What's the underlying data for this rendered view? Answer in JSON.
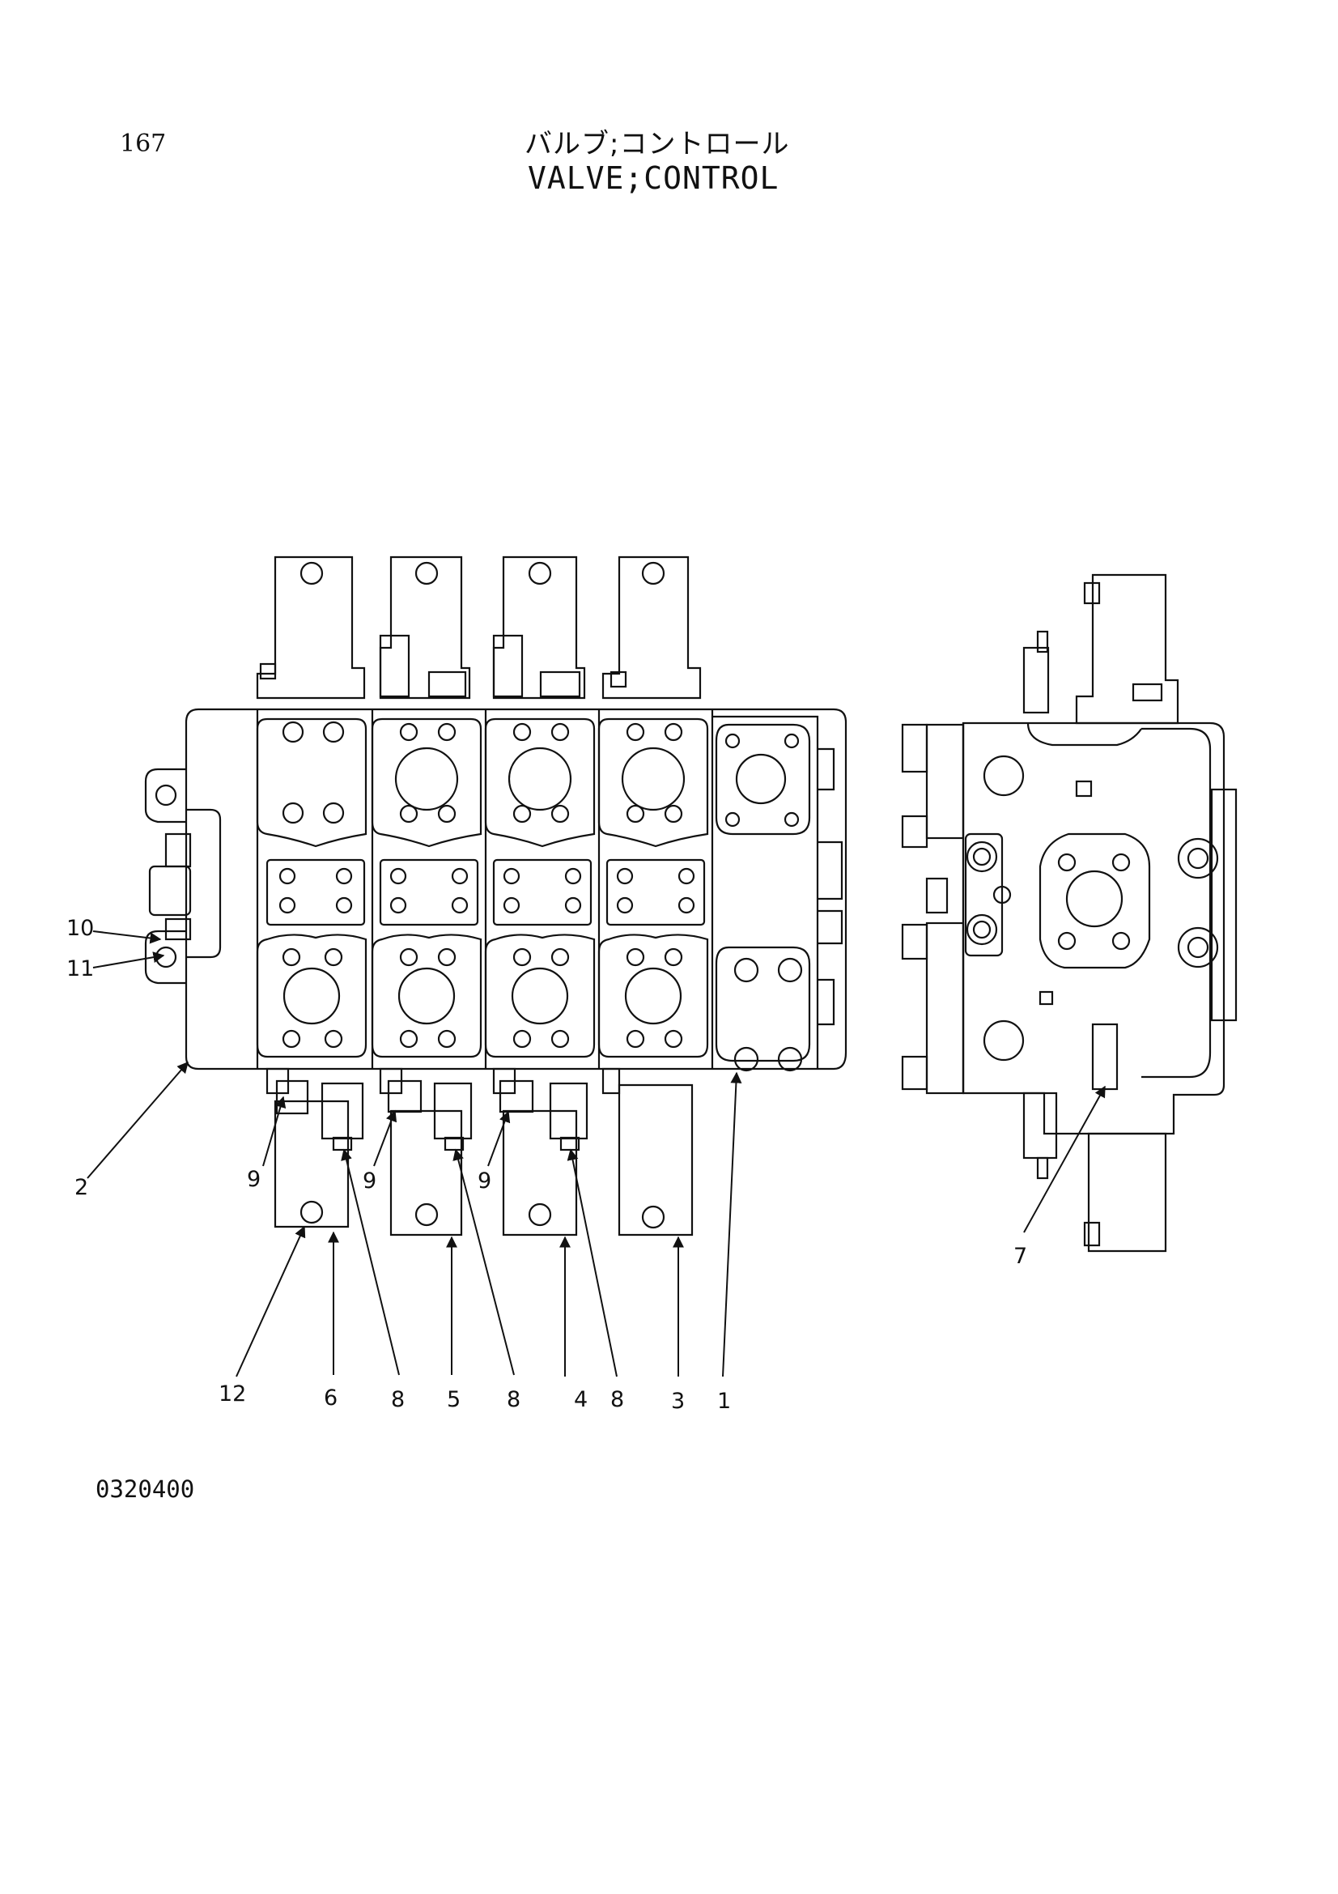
{
  "page": {
    "number": "167",
    "title_jp": "バルブ;コントロール",
    "title_en": "VALVE;CONTROL",
    "drawing_number": "0320400"
  },
  "callouts": [
    "10",
    "11",
    "2",
    "9",
    "9",
    "9",
    "12",
    "6",
    "8",
    "5",
    "8",
    "4",
    "8",
    "3",
    "1",
    "7"
  ],
  "views": {
    "front_view_icon": "valve-front-view",
    "side_view_icon": "valve-side-view"
  }
}
